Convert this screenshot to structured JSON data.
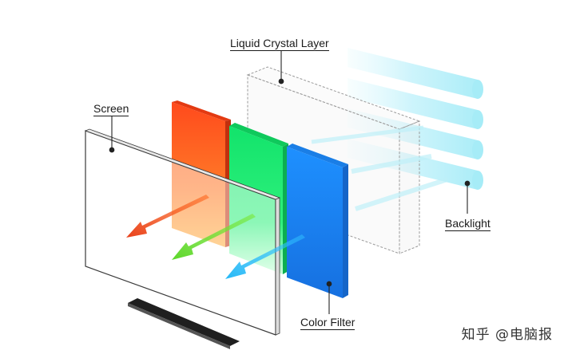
{
  "labels": {
    "screen": "Screen",
    "liquid_crystal_layer": "Liquid Crystal Layer",
    "backlight": "Backlight",
    "color_filter": "Color Filter"
  },
  "watermark": "知乎 @电脑报",
  "colors": {
    "red_filter": "#ff5a1f",
    "green_filter": "#16e36a",
    "blue_filter": "#1e90ff",
    "backlight": "#a6ecf7"
  }
}
